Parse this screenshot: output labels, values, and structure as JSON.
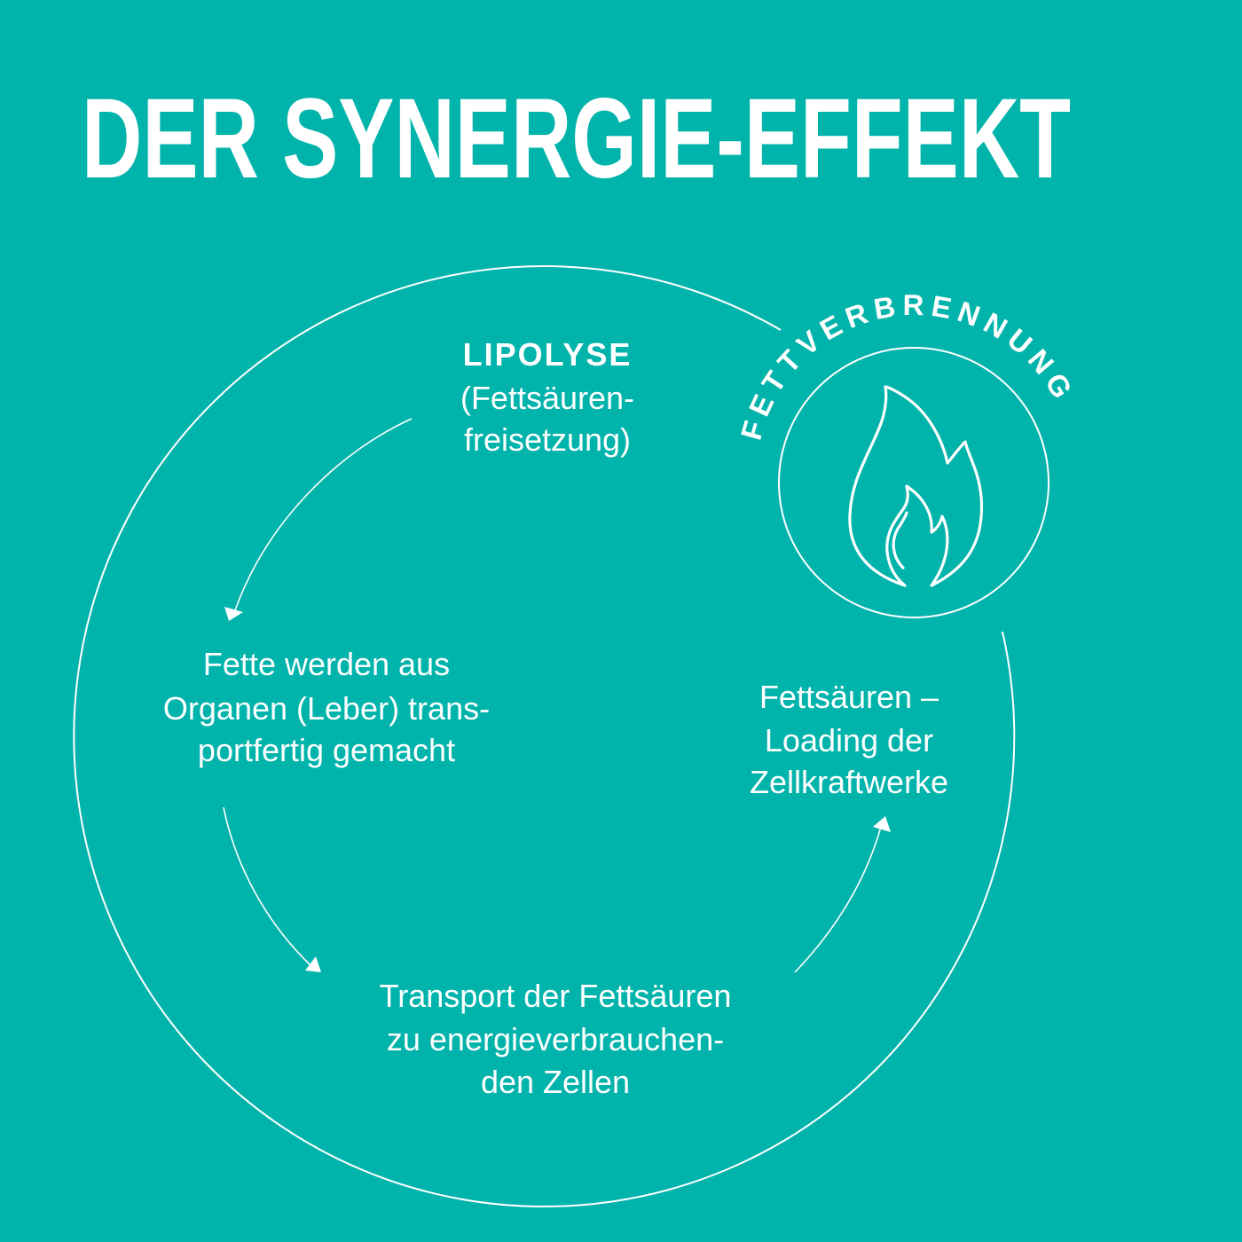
{
  "title": "DER SYNERGIE-EFFEKT",
  "badge": {
    "label": "FETTVERBRENNUNG",
    "icon": "flame-icon"
  },
  "stages": {
    "lipolyse": {
      "heading": "LIPOLYSE",
      "lines": [
        "(Fettsäuren-",
        "freisetzung)"
      ]
    },
    "organs": {
      "lines": [
        "Fette werden aus",
        "Organen (Leber) trans-",
        "portfertig gemacht"
      ]
    },
    "transport": {
      "lines": [
        "Transport der Fettsäuren",
        "zu energieverbrauchen-",
        "den Zellen"
      ]
    },
    "loading": {
      "lines": [
        "Fettsäuren –",
        "Loading der",
        "Zellkraftwerke"
      ]
    }
  },
  "colors": {
    "background": "#00b3ab",
    "foreground": "#ffffff"
  }
}
